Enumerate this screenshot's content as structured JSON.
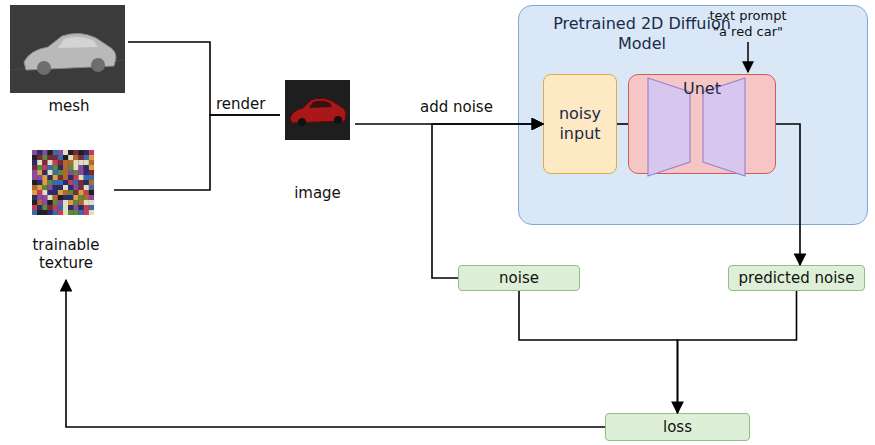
{
  "diagram": {
    "nodes": [
      {
        "text": [
          "mesh"
        ]
      },
      {
        "text": [
          "trainable texture"
        ]
      },
      {
        "text": [
          "image"
        ]
      },
      {
        "text": [
          "Pretrained 2D Diffuion Model"
        ]
      },
      {
        "text": [
          "noisy input"
        ],
        "in": 3
      },
      {
        "text": [
          "Unet"
        ],
        "in": 3
      },
      {
        "text": [
          "noise"
        ]
      },
      {
        "text": [
          "predicted noise"
        ]
      },
      {
        "text": [
          "loss"
        ]
      }
    ],
    "edges": [
      {
        "from": 0,
        "to": 2,
        "label": "render",
        "arrow": "none"
      },
      {
        "from": 1,
        "to": 2,
        "arrow": "none"
      },
      {
        "from": 2,
        "to": 4,
        "label": "add noise",
        "arrow": "to"
      },
      {
        "from": 6,
        "to": 4,
        "arrow": "to"
      },
      {
        "from": 4,
        "to": 5,
        "arrow": "none"
      },
      {
        "from": 5,
        "to": 7,
        "arrow": "to"
      },
      {
        "from": 6,
        "to": 8,
        "arrow": "none"
      },
      {
        "from": 7,
        "to": 8,
        "arrow": "to"
      },
      {
        "from": 8,
        "to": 1,
        "arrow": "to"
      }
    ],
    "labels": [
      "text prompt",
      "\"a red car\""
    ]
  }
}
